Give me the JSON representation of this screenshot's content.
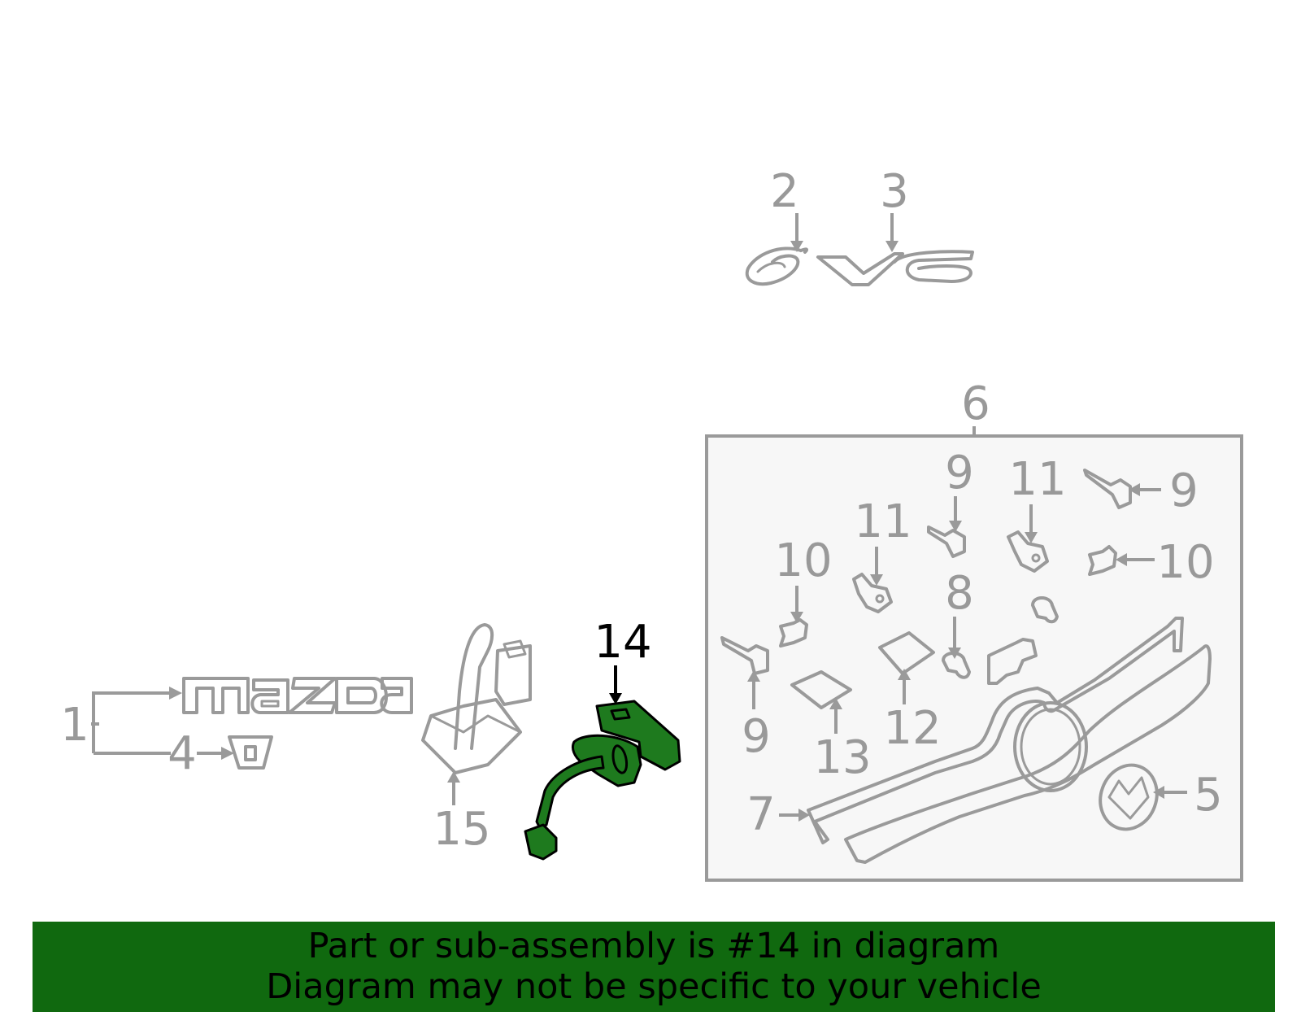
{
  "callouts": {
    "c1": "1",
    "c2": "2",
    "c3": "3",
    "c4": "4",
    "c5": "5",
    "c6": "6",
    "c7": "7",
    "c8": "8",
    "c9a": "9",
    "c9b": "9",
    "c9c": "9",
    "c10a": "10",
    "c10b": "10",
    "c11a": "11",
    "c11b": "11",
    "c12": "12",
    "c13": "13",
    "c14": "14",
    "c15": "15"
  },
  "emblems": {
    "mazda_text": "mazDa",
    "six_text": "6",
    "v6_text": "V6"
  },
  "highlighted_part": "14",
  "colors": {
    "highlight": "#1e7a1e",
    "banner": "#10690f",
    "line_art": "#9a9a9a",
    "box_fill": "#f7f7f7"
  },
  "banner": {
    "line1": "Part or sub-assembly is #14 in diagram",
    "line2": "Diagram may not be specific to your vehicle"
  }
}
